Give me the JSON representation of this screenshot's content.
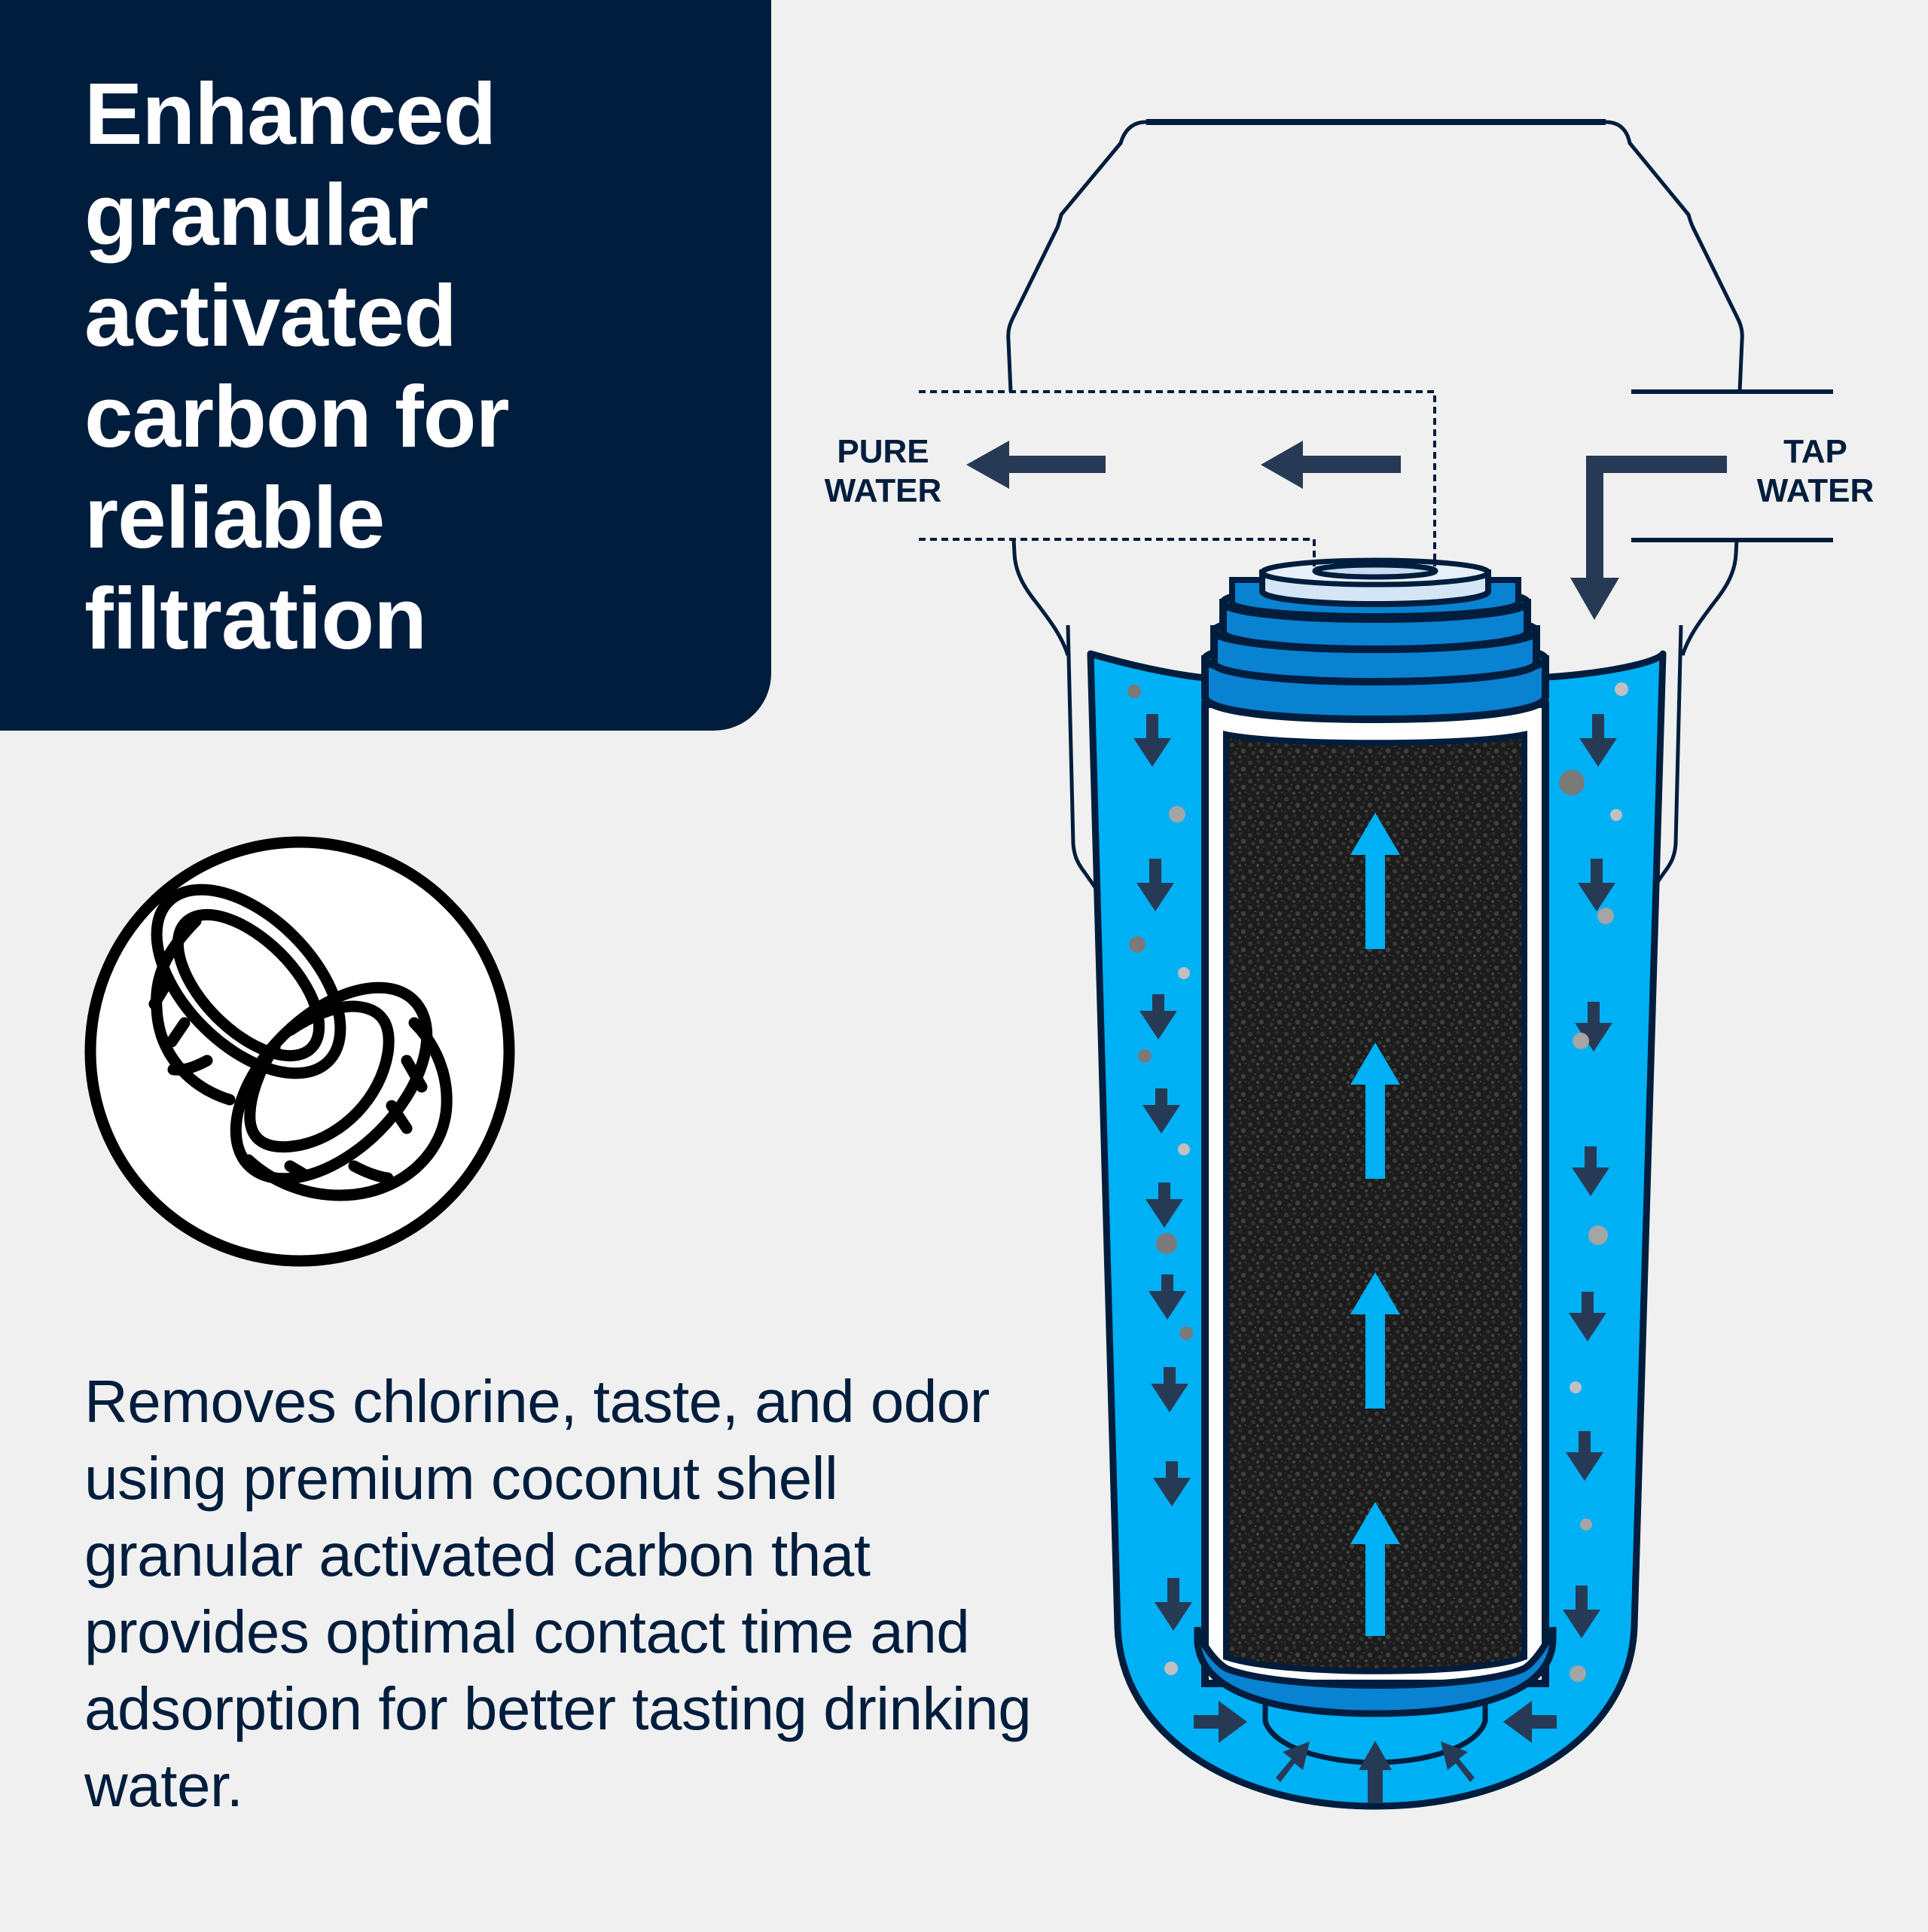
{
  "header": {
    "title": "Enhanced granular activated carbon for reliable filtration",
    "background_color": "#001d3d",
    "text_color": "#ffffff"
  },
  "feature_icon": {
    "name": "coconut-icon",
    "description": "Halved coconut line icon in a circle"
  },
  "description": {
    "text": "Removes chlorine, taste, and odor using premium coconut shell granular activated carbon that provides optimal contact time and adsorption for better tasting drinking water."
  },
  "diagram": {
    "labels": {
      "outlet": "PURE WATER",
      "inlet": "TAP WATER"
    },
    "colors": {
      "outline": "#001d3d",
      "arrow": "#273a55",
      "water": "#00b0f5",
      "cartridge_cap": "#0a82d2",
      "cartridge_cap_rim": "#5a9ad6",
      "washer": "#d4e6f6",
      "carbon": "#1a1a1a",
      "up_arrow": "#00b0f5",
      "particle_dark": "#7a7a7a",
      "particle_light": "#c0c0c0",
      "background": "#f0f0f0"
    },
    "flow": {
      "outer_channel_direction": "down",
      "core_direction": "up",
      "bottom_direction": "inward"
    }
  }
}
